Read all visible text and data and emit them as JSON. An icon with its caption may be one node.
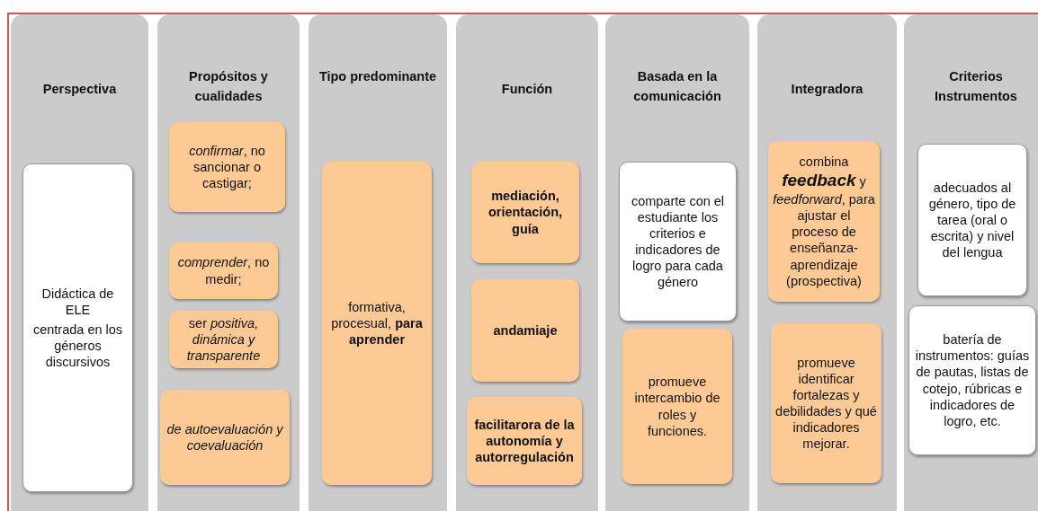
{
  "diagram": {
    "nodes": [
      {
        "text": [
          "Perspectiva"
        ]
      },
      {
        "text": [
          "Didáctica de ELE",
          "centrada en los géneros discursivos"
        ],
        "in": 0
      },
      {
        "text": [
          "Propósitos y cualidades"
        ]
      },
      {
        "text": [
          "*confirmar*, no sancionar o castigar;"
        ],
        "in": 2
      },
      {
        "text": [
          "*comprender*, no medir;"
        ],
        "in": 2
      },
      {
        "text": [
          "ser *positiva, dinámica y transparente*"
        ],
        "in": 2
      },
      {
        "text": [
          "de autoevaluación y coevaluación"
        ],
        "in": 2
      },
      {
        "text": [
          "Tipo predominante"
        ]
      },
      {
        "text": [
          "formativa, procesual, **para aprender**"
        ],
        "in": 7
      },
      {
        "text": [
          "Función"
        ]
      },
      {
        "text": [
          "mediación, orientación, guía"
        ],
        "in": 9
      },
      {
        "text": [
          "andamiaje"
        ],
        "in": 9
      },
      {
        "text": [
          "facilitarora de la autonomía y autorregulación"
        ],
        "in": 9
      },
      {
        "text": [
          "Basada en la comunicación"
        ]
      },
      {
        "text": [
          "comparte con el estudiante los criterios e indicadores de logro para cada género"
        ],
        "in": 13
      },
      {
        "text": [
          "promueve intercambio de roles y funciones."
        ],
        "in": 13
      },
      {
        "text": [
          "Integradora"
        ]
      },
      {
        "text": [
          "combina **feedback** y *feedforward*, para ajustar el proceso de enseñanza-aprendizaje (prospectiva)"
        ],
        "in": 16
      },
      {
        "text": [
          "promueve identificar fortalezas y debilidades y qué indicadores mejorar."
        ],
        "in": 16
      },
      {
        "text": [
          "Criterios Instrumentos"
        ]
      },
      {
        "text": [
          "adecuados al género, tipo de tarea (oral o escrita) y nivel del lengua"
        ],
        "in": 19
      },
      {
        "text": [
          "batería de instrumentos: guías de pautas, listas de cotejo, rúbricas e indicadores de logro, etc."
        ],
        "in": 19
      }
    ],
    "edges": []
  }
}
